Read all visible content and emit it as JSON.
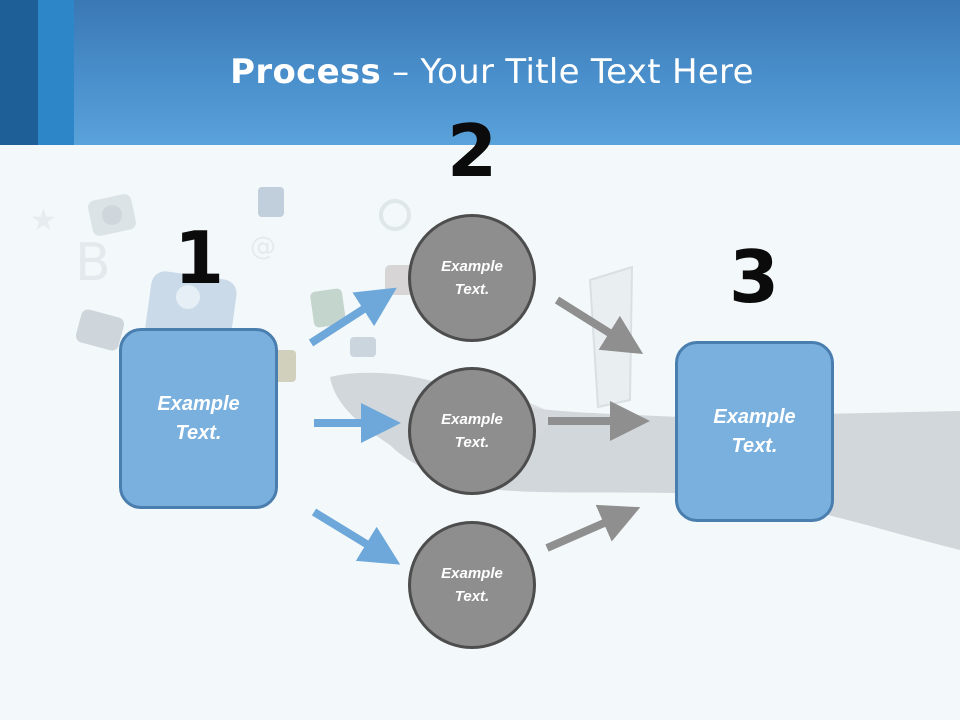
{
  "header": {
    "title_bold": "Process",
    "title_rest": " – Your Title Text Here"
  },
  "steps": [
    {
      "number": "1",
      "box_text": "Example\nText."
    },
    {
      "number": "2",
      "circles": [
        "Example\nText.",
        "Example\nText.",
        "Example\nText."
      ]
    },
    {
      "number": "3",
      "box_text": "Example\nText."
    }
  ],
  "colors": {
    "header_blue": "#4a90cc",
    "box_blue": "#7ab0de",
    "box_border": "#4a7eaf",
    "circle_gray": "#8e8e8e",
    "arrow_blue": "#6ea7da",
    "arrow_gray": "#8f8f8f"
  }
}
